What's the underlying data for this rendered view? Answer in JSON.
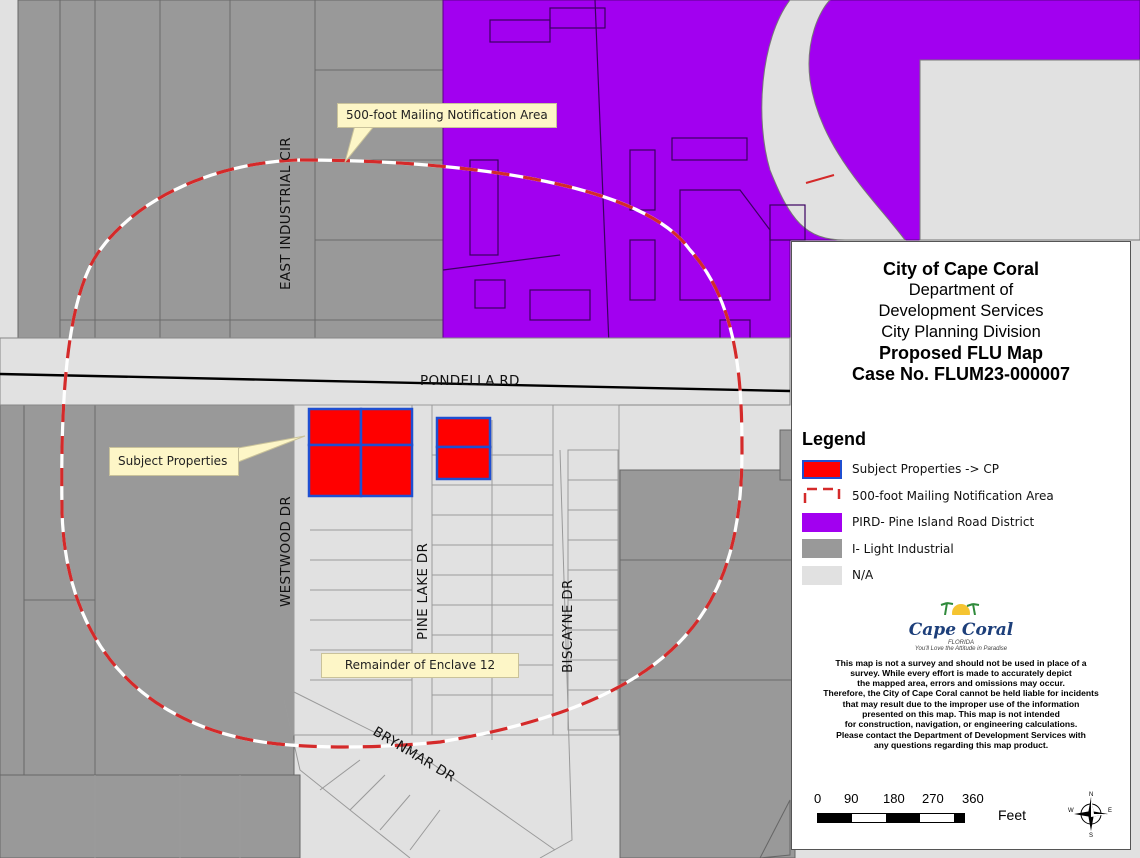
{
  "map": {
    "callouts": {
      "notification": "500-foot Mailing Notification Area",
      "subject": "Subject Properties",
      "remainder": "Remainder of Enclave 12"
    },
    "roads": {
      "east_industrial": "EAST INDUSTRIAL CIR",
      "pondella": "PONDELLA RD",
      "westwood": "WESTWOOD DR",
      "pine_lake": "PINE LAKE DR",
      "biscayne": "BISCAYNE DR",
      "brynmar": "BRYNMAR DR"
    },
    "colors": {
      "subject": "#ff0000",
      "pird": "#a200f0",
      "light_industrial": "#999999",
      "na": "#e1e1e1",
      "buffer_red": "#d42a2a"
    }
  },
  "title_block": {
    "city": "City of Cape Coral",
    "dept1": "Department of",
    "dept2": "Development Services",
    "division": "City Planning Division",
    "map_title": "Proposed FLU Map",
    "case": "Case No. FLUM23-000007"
  },
  "legend": {
    "heading": "Legend",
    "items": [
      {
        "label": "Subject Properties  -> CP",
        "swatch": "subject"
      },
      {
        "label": "500-foot Mailing Notification Area",
        "swatch": "buffer"
      },
      {
        "label": "PIRD- Pine Island Road District",
        "swatch": "pird"
      },
      {
        "label": "I- Light Industrial",
        "swatch": "industrial"
      },
      {
        "label": "N/A",
        "swatch": "na"
      }
    ]
  },
  "logo": {
    "name": "Cape Coral",
    "state": "FLORIDA",
    "tagline": "You'll Love the Attitude in Paradise"
  },
  "disclaimer": [
    "This map is not a survey and should not be used in place of a",
    "survey. While every effort is made to accurately depict",
    "the mapped area, errors and omissions may occur.",
    "Therefore, the City of Cape Coral cannot be held liable for incidents",
    "that may result due to the improper use of the information",
    "presented on this map.  This map is not intended",
    "for construction, navigation, or engineering calculations.",
    "Please contact the Department of Development Services with",
    "any questions regarding this map product."
  ],
  "scale": {
    "ticks": [
      "0",
      "90",
      "180",
      "270",
      "360"
    ],
    "unit": "Feet"
  },
  "compass": {
    "n": "N",
    "s": "S",
    "e": "E",
    "w": "W"
  }
}
